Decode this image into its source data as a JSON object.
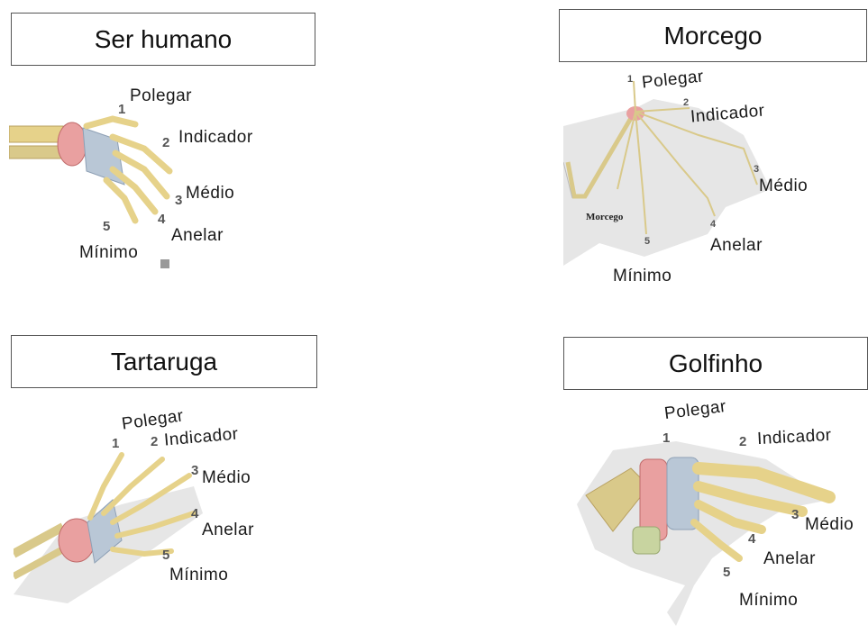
{
  "panels": {
    "human": {
      "title": "Ser humano",
      "fingers": [
        "Polegar",
        "Indicador",
        "Médio",
        "Anelar",
        "Mínimo"
      ],
      "numbers": [
        "1",
        "2",
        "3",
        "4",
        "5"
      ]
    },
    "bat": {
      "title": "Morcego",
      "fingers": [
        "Polegar",
        "Indicador",
        "Médio",
        "Anelar",
        "Mínimo"
      ],
      "numbers": [
        "1",
        "2",
        "3",
        "4",
        "5"
      ],
      "inner_label": "Morcego"
    },
    "turtle": {
      "title": "Tartaruga",
      "fingers": [
        "Polegar",
        "Indicador",
        "Médio",
        "Anelar",
        "Mínimo"
      ],
      "numbers": [
        "1",
        "2",
        "3",
        "4",
        "5"
      ]
    },
    "dolphin": {
      "title": "Golfinho",
      "fingers": [
        "Polegar",
        "Indicador",
        "Médio",
        "Anelar",
        "Mínimo"
      ],
      "numbers": [
        "1",
        "2",
        "3",
        "4",
        "5"
      ]
    }
  },
  "colors": {
    "bone": "#e6d28a",
    "carpal": "#e9a0a0",
    "metacarpal": "#b9c7d6",
    "membrane": "#e6e6e6"
  }
}
